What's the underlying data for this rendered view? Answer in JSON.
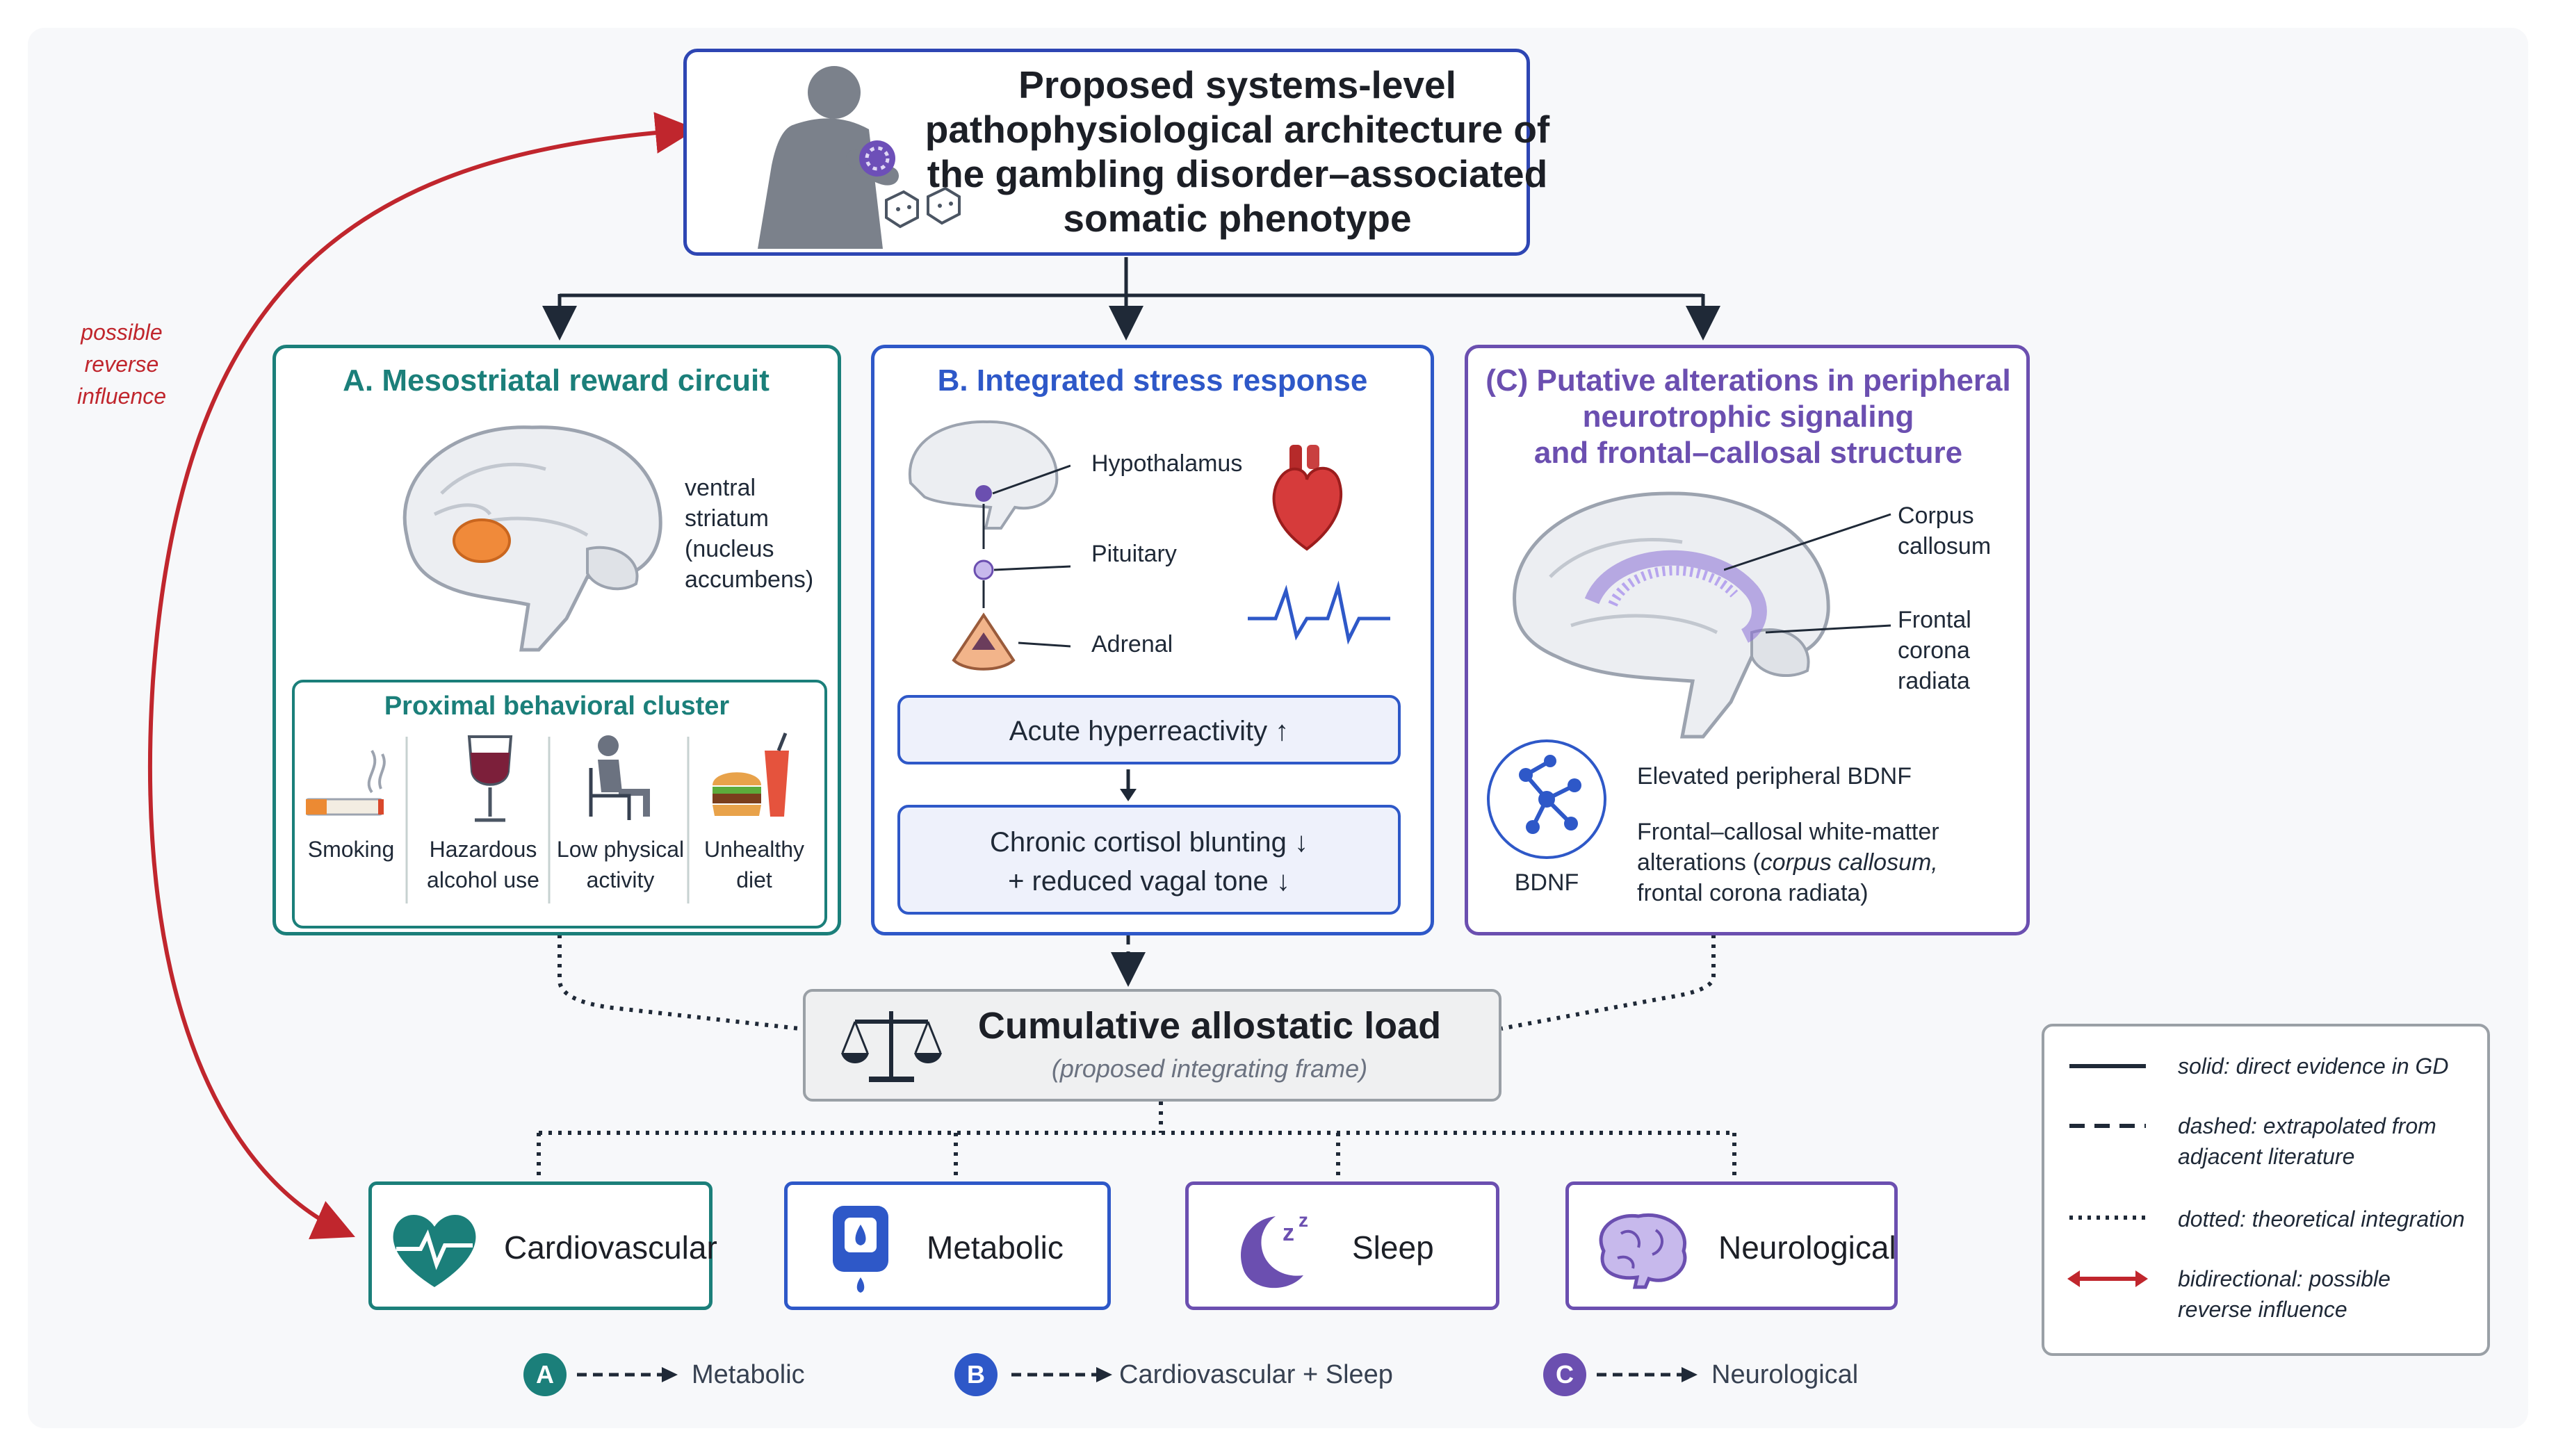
{
  "colors": {
    "panel_a": "#1b7f7a",
    "panel_b": "#2e58c8",
    "panel_c": "#6b4fb0",
    "reverse_arrow": "#c0262d",
    "title_border": "#2e46b3"
  },
  "header": {
    "title": "Proposed systems-level pathophysiological architecture of the gambling disorder–associated somatic phenotype",
    "icon": "person-with-chip-and-dice-icon"
  },
  "reverse": {
    "label_line1": "possible",
    "label_line2": "reverse",
    "label_line3": "influence"
  },
  "panel_a": {
    "title": "A. Mesostriatal reward circuit",
    "brain_label_lines": [
      "ventral",
      "striatum",
      "(nucleus",
      "accumbens)"
    ],
    "cluster_title": "Proximal behavioral cluster",
    "behaviors": [
      {
        "label_lines": [
          "Smoking"
        ],
        "icon": "cigarette-icon"
      },
      {
        "label_lines": [
          "Hazardous",
          "alcohol use"
        ],
        "icon": "wine-glass-icon"
      },
      {
        "label_lines": [
          "Low physical",
          "activity"
        ],
        "icon": "seated-person-icon"
      },
      {
        "label_lines": [
          "Unhealthy",
          "diet"
        ],
        "icon": "burger-drink-icon"
      }
    ]
  },
  "panel_b": {
    "title": "B. Integrated stress response",
    "hpa": [
      "Hypothalamus",
      "Pituitary",
      "Adrenal"
    ],
    "flow1": "Acute hyperreactivity ↑",
    "flow2_line1": "Chronic cortisol blunting ↓",
    "flow2_line2": "+ reduced vagal tone ↓"
  },
  "panel_c": {
    "title_lines": [
      "(C) Putative alterations in peripheral",
      "neurotrophic signaling",
      "and frontal–callosal structure"
    ],
    "label_corpus": [
      "Corpus",
      "callosum"
    ],
    "label_frontal": [
      "Frontal",
      "corona",
      "radiata"
    ],
    "bdnf_label": "BDNF",
    "bdnf_text": "Elevated peripheral BDNF",
    "wm_line1": "Frontal–callosal white-matter",
    "wm_line2_pre": "alterations (",
    "wm_line2_ital": "corpus callosum,",
    "wm_line3": "frontal corona radiata)"
  },
  "allostatic": {
    "title": "Cumulative allostatic load",
    "subtitle": "(proposed integrating frame)",
    "icon": "balance-scale-icon"
  },
  "outcomes": [
    {
      "label": "Cardiovascular",
      "icon": "heart-pulse-icon",
      "color": "#1b7f7a"
    },
    {
      "label": "Metabolic",
      "icon": "glucose-meter-icon",
      "color": "#2e58c8"
    },
    {
      "label": "Sleep",
      "icon": "moon-sleep-icon",
      "color": "#6b4fb0"
    },
    {
      "label": "Neurological",
      "icon": "brain-icon",
      "color": "#6b4fb0"
    }
  ],
  "legend": [
    {
      "style": "solid",
      "text_lines": [
        "solid: direct evidence in GD"
      ]
    },
    {
      "style": "dashed",
      "text_lines": [
        "dashed: extrapolated from",
        "adjacent literature"
      ]
    },
    {
      "style": "dotted",
      "text_lines": [
        "dotted: theoretical integration"
      ]
    },
    {
      "style": "bidirectional",
      "text_lines": [
        "bidirectional: possible",
        "reverse influence"
      ]
    }
  ],
  "key": [
    {
      "letter": "A",
      "target": "Metabolic",
      "color": "#1b7f7a"
    },
    {
      "letter": "B",
      "target": "Cardiovascular + Sleep",
      "color": "#2e58c8"
    },
    {
      "letter": "C",
      "target": "Neurological",
      "color": "#6b4fb0"
    }
  ]
}
